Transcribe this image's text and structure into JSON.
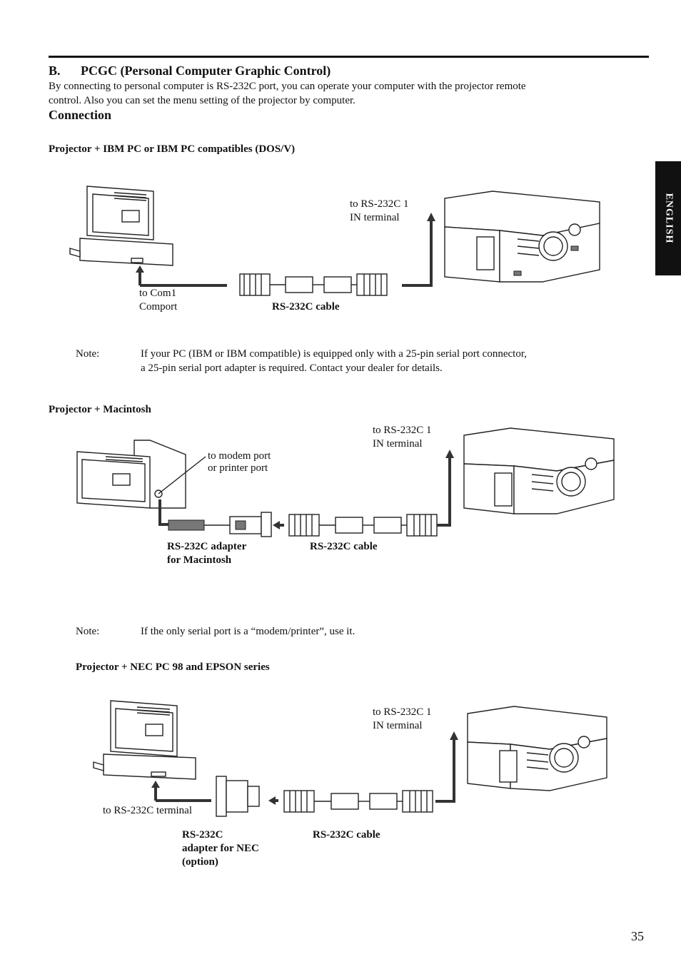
{
  "section": {
    "heading_letter": "B.",
    "heading": "PCGC (Personal Computer Graphic Control)",
    "intro_line1": "By connecting to personal computer is RS-232C port, you can operate your computer with the projector remote",
    "intro_line2": "control. Also you can set the menu setting of the projector by computer.",
    "connection_heading": "Connection"
  },
  "side_tab": {
    "label": "ENGLISH"
  },
  "ibm": {
    "title": "Projector + IBM PC or IBM PC compatibles (DOS/V)",
    "projector_label_1": "to RS-232C 1",
    "projector_label_2": "IN terminal",
    "pc_label_1": "to Com1",
    "pc_label_2": "Comport",
    "cable_label": "RS-232C cable",
    "note_prefix": "Note:",
    "note_line1": "If your PC (IBM or IBM compatible) is equipped only with a 25-pin serial port connector,",
    "note_line2": "a 25-pin serial port adapter is required. Contact your dealer for details."
  },
  "mac": {
    "title": "Projector + Macintosh",
    "projector_label_1": "to RS-232C 1",
    "projector_label_2": "IN terminal",
    "port_label_1": "to modem port",
    "port_label_2": "or printer port",
    "adapter_label_1": "RS-232C adapter",
    "adapter_label_2": "for Macintosh",
    "cable_label": "RS-232C cable",
    "note_prefix": "Note:",
    "note_line1": "If the only serial port is a “modem/printer”, use it."
  },
  "nec": {
    "title": "Projector + NEC PC 98 and EPSON series",
    "projector_label_1": "to RS-232C 1",
    "projector_label_2": "IN terminal",
    "pc_label": "to RS-232C terminal",
    "adapter_label_1": "RS-232C",
    "adapter_label_2": "adapter for NEC",
    "adapter_label_3": "(option)",
    "cable_label": "RS-232C cable"
  },
  "page_number": "35"
}
